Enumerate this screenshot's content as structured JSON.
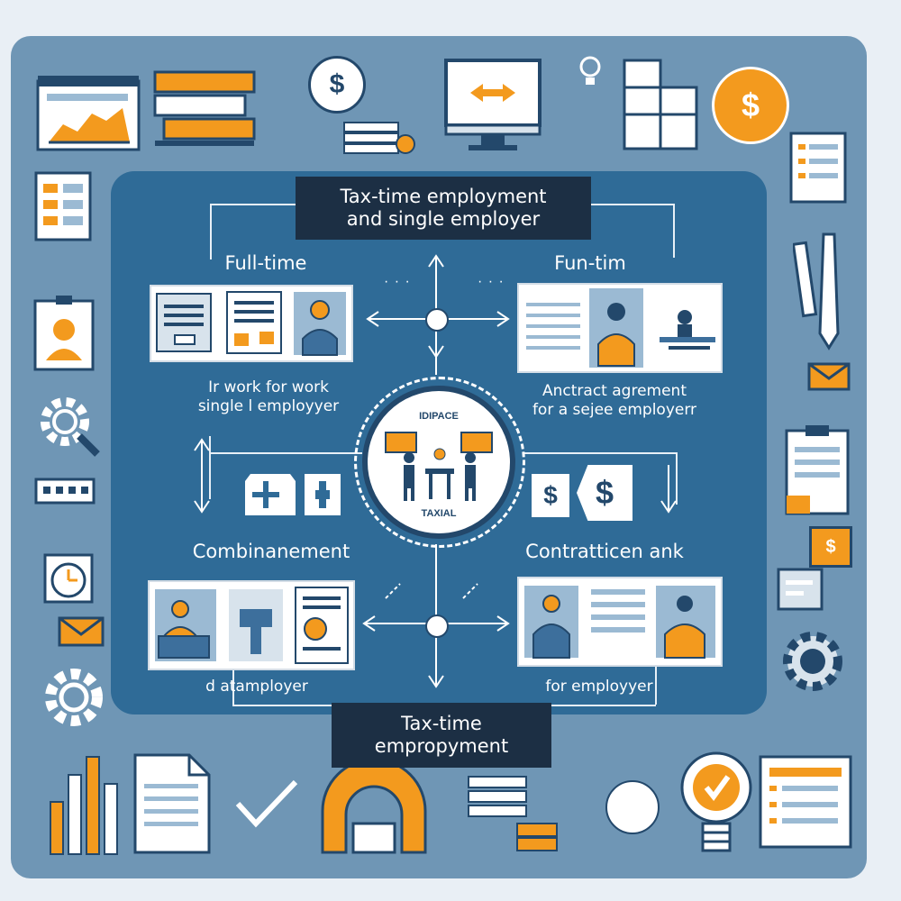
{
  "diagram": {
    "title": {
      "line1": "Tax-time employment",
      "line2": "and single employer"
    },
    "top_left": {
      "label": "Full-time",
      "caption_line1": "Ir work for work",
      "caption_line2": "single l employyer"
    },
    "top_right": {
      "label": "Fun-tim",
      "caption_line1": "Anctract agrement",
      "caption_line2": "for a sejee employerr"
    },
    "bottom_left": {
      "label": "Combinanement",
      "caption": "d atamployer"
    },
    "bottom_right": {
      "label": "Contratticen ank",
      "caption": "for employyer"
    },
    "center": {
      "top_text": "IDIPACE",
      "bottom_text": "TAXIAL"
    },
    "footer": {
      "line1": "Tax-time",
      "line2": "empropyment"
    },
    "dollar_signs": [
      "$",
      "$"
    ],
    "icon_texts": {
      "coin_top": "$",
      "coin_right": "$",
      "dollar_small": "$"
    }
  },
  "colors": {
    "frame": "#6f96b5",
    "panel": "#2f6b97",
    "title_box": "#1c2f44",
    "accent_orange": "#f39a1e",
    "navy": "#23486b"
  }
}
